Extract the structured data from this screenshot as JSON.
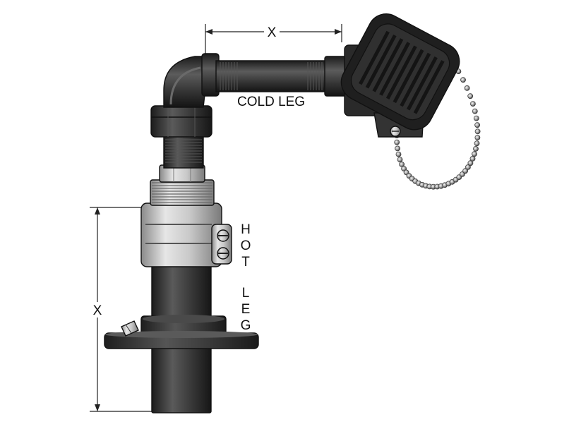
{
  "labels": {
    "top_dimension": "X",
    "side_dimension": "X",
    "cold_leg": "COLD LEG",
    "hot_letters": [
      "H",
      "O",
      "T"
    ],
    "leg_letters": [
      "L",
      "E",
      "G"
    ]
  }
}
